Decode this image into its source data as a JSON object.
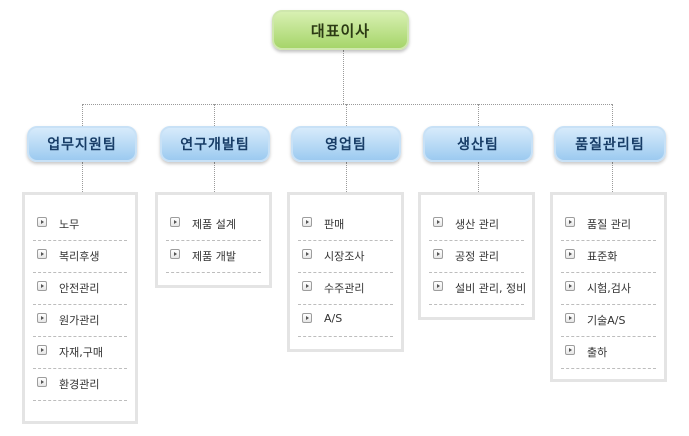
{
  "ceo": "대표이사",
  "teams": [
    {
      "name": "업무지원팀",
      "items": [
        "노무",
        "복리후생",
        "안전관리",
        "원가관리",
        "자재,구매",
        "환경관리"
      ]
    },
    {
      "name": "연구개발팀",
      "items": [
        "제품 설계",
        "제품 개발"
      ]
    },
    {
      "name": "영업팀",
      "items": [
        "판매",
        "시장조사",
        "수주관리",
        "A/S"
      ]
    },
    {
      "name": "생산팀",
      "items": [
        "생산 관리",
        "공정 관리",
        "설비 관리, 정비"
      ]
    },
    {
      "name": "품질관리팀",
      "items": [
        "품질 관리",
        "표준화",
        "시험,검사",
        "기술A/S",
        "출하"
      ]
    }
  ],
  "icons": {
    "list_bullet": "arrow-right-square-icon"
  }
}
